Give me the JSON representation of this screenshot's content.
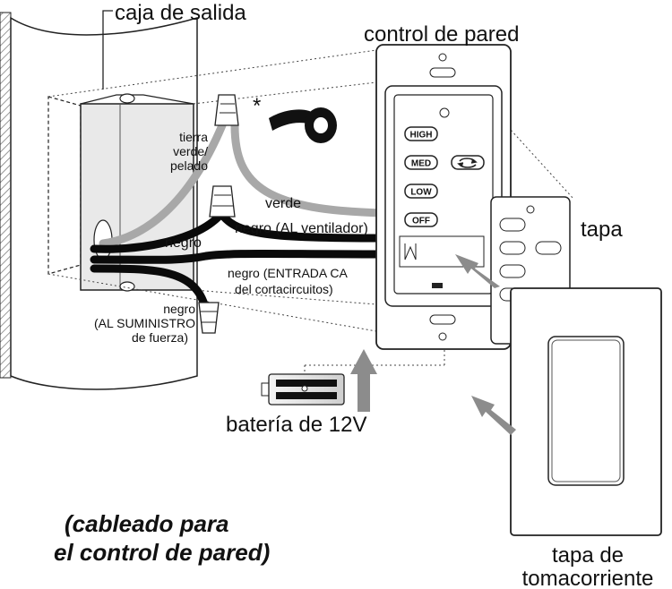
{
  "labels": {
    "outlet_box": "caja de salida",
    "wall_control": "control de pared",
    "cover": "tapa",
    "outlet_cover_line1": "tapa de",
    "outlet_cover_line2": "tomacorriente",
    "battery": "batería de 12V",
    "asterisk": "*",
    "ground_line1": "tierra",
    "ground_line2": "verde/",
    "ground_line3": "pelado",
    "green": "verde",
    "black": "negro",
    "black_to_fan": "negro (AL ventilador)",
    "black_ac_in_line1": "negro (ENTRADA CA",
    "black_ac_in_line2": "del cortacircuitos)",
    "black_supply_line1": "negro",
    "black_supply_line2": "(AL SUMINISTRO",
    "black_supply_line3": "de fuerza)"
  },
  "buttons": {
    "high": "HIGH",
    "med": "MED",
    "low": "LOW",
    "off": "OFF"
  },
  "caption": {
    "line1": "(cableado para",
    "line2": "el control de pared)"
  },
  "colors": {
    "black_wire": "#0a0a0a",
    "green_wire": "#a8a8a8",
    "arrow": "#8c8c8c",
    "outline": "#222222"
  }
}
